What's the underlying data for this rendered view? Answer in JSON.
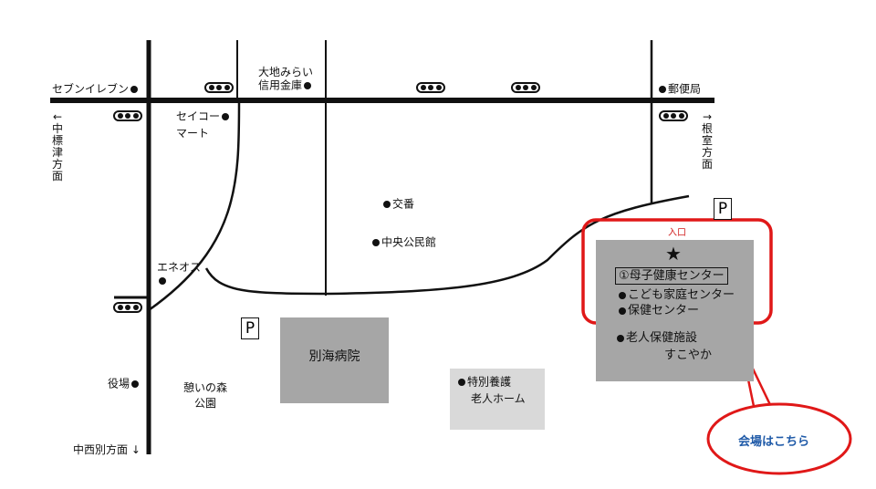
{
  "landmarks": {
    "seven_eleven": "セブンイレブン",
    "daichi_mirai_1": "大地みらい",
    "daichi_mirai_2": "信用金庫",
    "post_office": "郵便局",
    "seiko_1": "セイコー",
    "seiko_2": "マート",
    "koban": "交番",
    "chuo_kominkan": "中央公民館",
    "eneos": "エネオス",
    "yakuba": "役場",
    "ikoi_1": "憩いの森",
    "ikoi_2": "公園",
    "tokubetsu_1": "特別養護",
    "tokubetsu_2": "老人ホーム",
    "roujin_1": "老人保健施設",
    "roujin_2": "すこやか",
    "hospital": "別海病院"
  },
  "directions": {
    "west_arrow": "←",
    "west_text": "中標津方面",
    "east_arrow": "→",
    "east_text": "根室方面",
    "south": "中西別方面 ↓"
  },
  "parking": {
    "label": "P"
  },
  "venue": {
    "star": "★",
    "main": "①母子健康センター",
    "sub1": "こども家庭センター",
    "sub2": "保健センター",
    "entrance": "入口"
  },
  "callout": {
    "text": "会場はこちら"
  },
  "colors": {
    "road": "#111111",
    "building_dark": "#a6a6a6",
    "building_light": "#d9d9d9",
    "highlight": "#e01818",
    "callout_text": "#1f5aa8"
  }
}
